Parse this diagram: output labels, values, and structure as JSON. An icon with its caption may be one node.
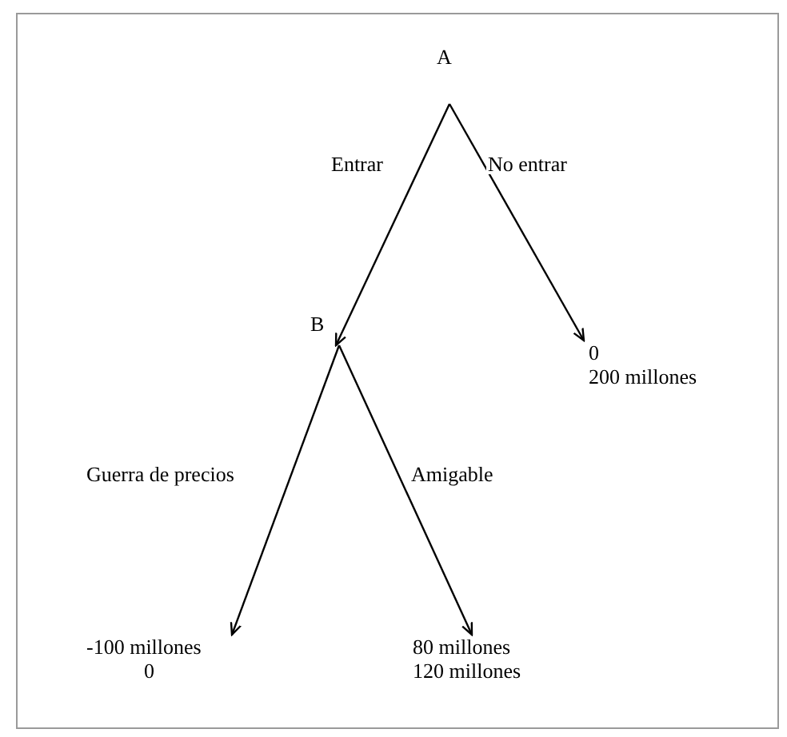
{
  "diagram": {
    "nodes": [
      {
        "text": [
          "A"
        ]
      },
      {
        "text": [
          "B"
        ]
      },
      {
        "text": [
          "0",
          "200 millones"
        ]
      },
      {
        "text": [
          "-100 millones",
          "0"
        ]
      },
      {
        "text": [
          "80 millones",
          "120 millones"
        ]
      }
    ],
    "edges": [
      {
        "from": 0,
        "to": 1,
        "arrow": "to",
        "label": "Entrar"
      },
      {
        "from": 0,
        "to": 2,
        "arrow": "to",
        "label": "No entrar"
      },
      {
        "from": 1,
        "to": 3,
        "arrow": "to",
        "label": "Guerra de precios"
      },
      {
        "from": 1,
        "to": 4,
        "arrow": "to",
        "label": "Amigable"
      }
    ]
  }
}
